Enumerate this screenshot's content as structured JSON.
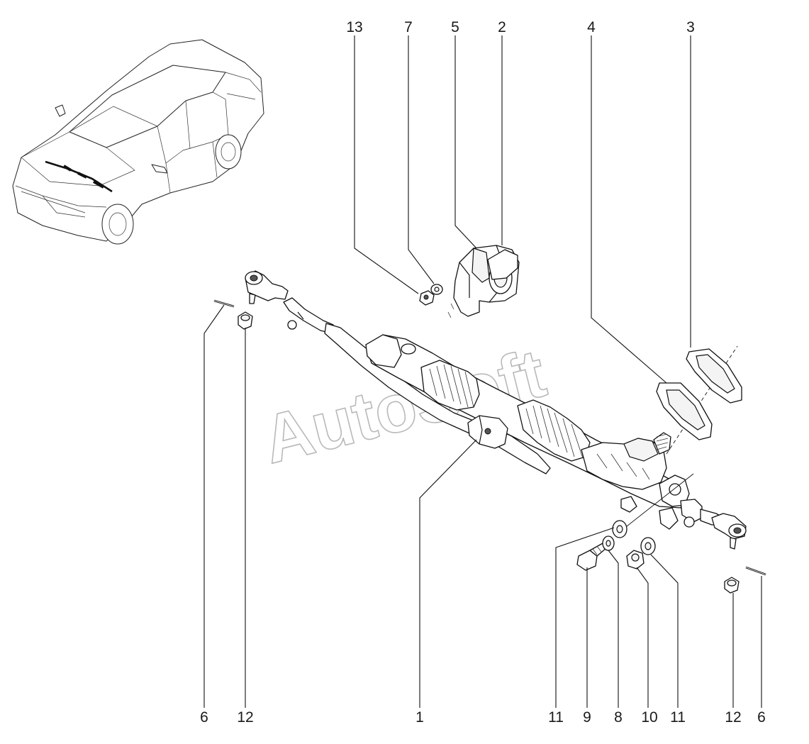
{
  "diagram": {
    "callouts": {
      "c13": "13",
      "c7": "7",
      "c5": "5",
      "c2": "2",
      "c4": "4",
      "c3": "3",
      "c6_left": "6",
      "c12_left": "12",
      "c1": "1",
      "c11_a": "11",
      "c9": "9",
      "c8": "8",
      "c10": "10",
      "c11_b": "11",
      "c12_right": "12",
      "c6_right": "6"
    },
    "watermark": "AutoSoft"
  }
}
